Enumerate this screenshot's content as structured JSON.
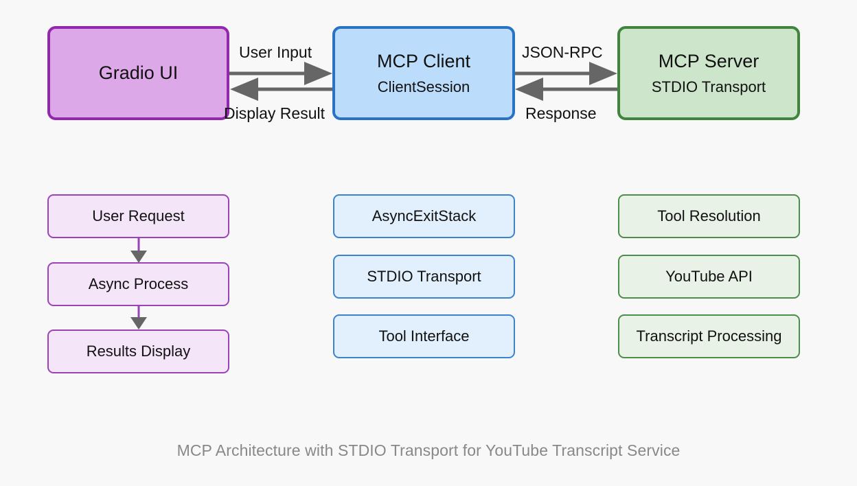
{
  "diagram": {
    "background_color": "#f8f8f8",
    "caption": "MCP Architecture with STDIO Transport for YouTube Transcript Service",
    "caption_color": "#888888",
    "top_row": [
      {
        "id": "gradio-ui",
        "title": "Gradio UI",
        "subtitle": "",
        "fill": "#dda8e8",
        "stroke": "#9328ad"
      },
      {
        "id": "mcp-client",
        "title": "MCP Client",
        "subtitle": "ClientSession",
        "fill": "#bbddfb",
        "stroke": "#2a72c4"
      },
      {
        "id": "mcp-server",
        "title": "MCP Server",
        "subtitle": "STDIO Transport",
        "fill": "#cde5cb",
        "stroke": "#40843e"
      }
    ],
    "edge_labels": [
      {
        "id": "user-input",
        "text": "User Input"
      },
      {
        "id": "display-result",
        "text": "Display Result"
      },
      {
        "id": "json-rpc",
        "text": "JSON-RPC"
      },
      {
        "id": "response",
        "text": "Response"
      }
    ],
    "arrow_color": "#666666",
    "columns": [
      {
        "id": "gradio-flow",
        "theme": "purple",
        "connector_color": "#9a43b8",
        "connected": true,
        "items": [
          {
            "id": "user-request",
            "label": "User Request"
          },
          {
            "id": "async-process",
            "label": "Async Process"
          },
          {
            "id": "results-display",
            "label": "Results Display"
          }
        ]
      },
      {
        "id": "client-internals",
        "theme": "blue",
        "connector_color": "#3b83ce",
        "connected": false,
        "items": [
          {
            "id": "async-exit-stack",
            "label": "AsyncExitStack"
          },
          {
            "id": "stdio-transport",
            "label": "STDIO Transport"
          },
          {
            "id": "tool-interface",
            "label": "Tool Interface"
          }
        ]
      },
      {
        "id": "server-internals",
        "theme": "green",
        "connector_color": "#4e8c4a",
        "connected": false,
        "items": [
          {
            "id": "tool-resolution",
            "label": "Tool Resolution"
          },
          {
            "id": "youtube-api",
            "label": "YouTube API"
          },
          {
            "id": "transcript-processing",
            "label": "Transcript Processing"
          }
        ]
      }
    ]
  }
}
